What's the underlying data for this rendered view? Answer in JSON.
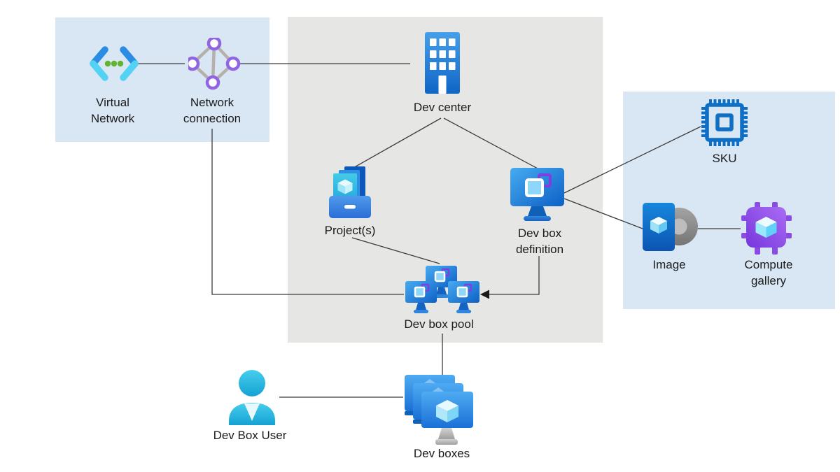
{
  "diagram": {
    "nodes": {
      "virtual_network": {
        "label": "Virtual Network"
      },
      "network_connection": {
        "label": "Network connection"
      },
      "dev_center": {
        "label": "Dev center"
      },
      "projects": {
        "label": "Project(s)"
      },
      "devbox_definition": {
        "label": "Dev box definition"
      },
      "sku": {
        "label": "SKU"
      },
      "image": {
        "label": "Image"
      },
      "compute_gallery": {
        "label": "Compute gallery"
      },
      "devbox_pool": {
        "label": "Dev box pool"
      },
      "dev_box_user": {
        "label": "Dev Box User"
      },
      "dev_boxes": {
        "label": "Dev boxes"
      }
    },
    "panels": [
      {
        "name": "network-panel",
        "color": "#d9e7f5"
      },
      {
        "name": "dev-center-panel",
        "color": "#e6e6e4"
      },
      {
        "name": "gallery-panel",
        "color": "#d9e7f5"
      }
    ],
    "edges": [
      {
        "from": "virtual_network",
        "to": "network_connection",
        "arrow": false
      },
      {
        "from": "network_connection",
        "to": "dev_center",
        "arrow": false
      },
      {
        "from": "dev_center",
        "to": "projects",
        "arrow": false
      },
      {
        "from": "dev_center",
        "to": "devbox_definition",
        "arrow": false
      },
      {
        "from": "devbox_definition",
        "to": "sku",
        "arrow": false
      },
      {
        "from": "devbox_definition",
        "to": "image",
        "arrow": false
      },
      {
        "from": "image",
        "to": "compute_gallery",
        "arrow": false
      },
      {
        "from": "projects",
        "to": "devbox_pool",
        "arrow": false
      },
      {
        "from": "devbox_definition",
        "to": "devbox_pool",
        "arrow": true
      },
      {
        "from": "network_connection",
        "to": "devbox_pool",
        "arrow": false
      },
      {
        "from": "devbox_pool",
        "to": "dev_boxes",
        "arrow": false
      },
      {
        "from": "dev_box_user",
        "to": "dev_boxes",
        "arrow": false
      }
    ],
    "colors": {
      "azure_blue": "#1b74d8",
      "cyan": "#50d0f0",
      "purple": "#8a4be8",
      "green": "#62b32f",
      "gray_disc": "#8d8d8d",
      "panel_blue": "#d9e7f5",
      "panel_gray": "#e6e6e4",
      "line": "#3c3c3c",
      "text": "#1b1b1b"
    }
  }
}
